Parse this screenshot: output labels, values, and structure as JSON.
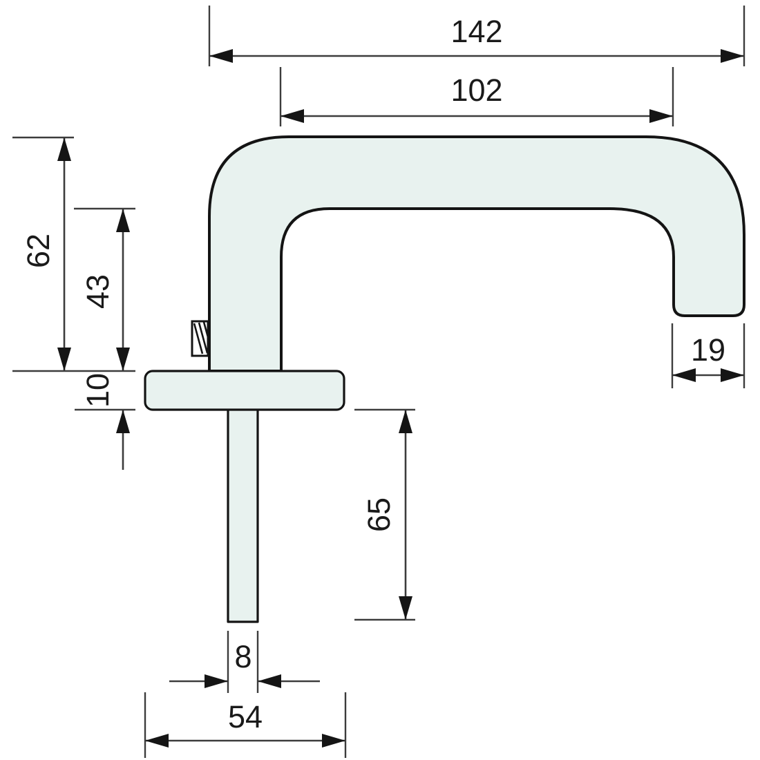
{
  "drawing": {
    "subject": "door-lever-handle-dimension-drawing"
  },
  "dimensions": {
    "overall_length": "142",
    "inner_grip_length": "102",
    "total_height": "62",
    "under_grip_height": "43",
    "rose_thickness": "10",
    "grip_diameter": "19",
    "spindle_length": "65",
    "spindle_square": "8",
    "rose_diameter": "54"
  },
  "colors": {
    "background": "#ffffff",
    "handle_fill": "#e8f2ef",
    "outline": "#141414",
    "dimension_line": "#3c3c3c",
    "arrow": "#151515",
    "text": "#1a1a1a"
  }
}
